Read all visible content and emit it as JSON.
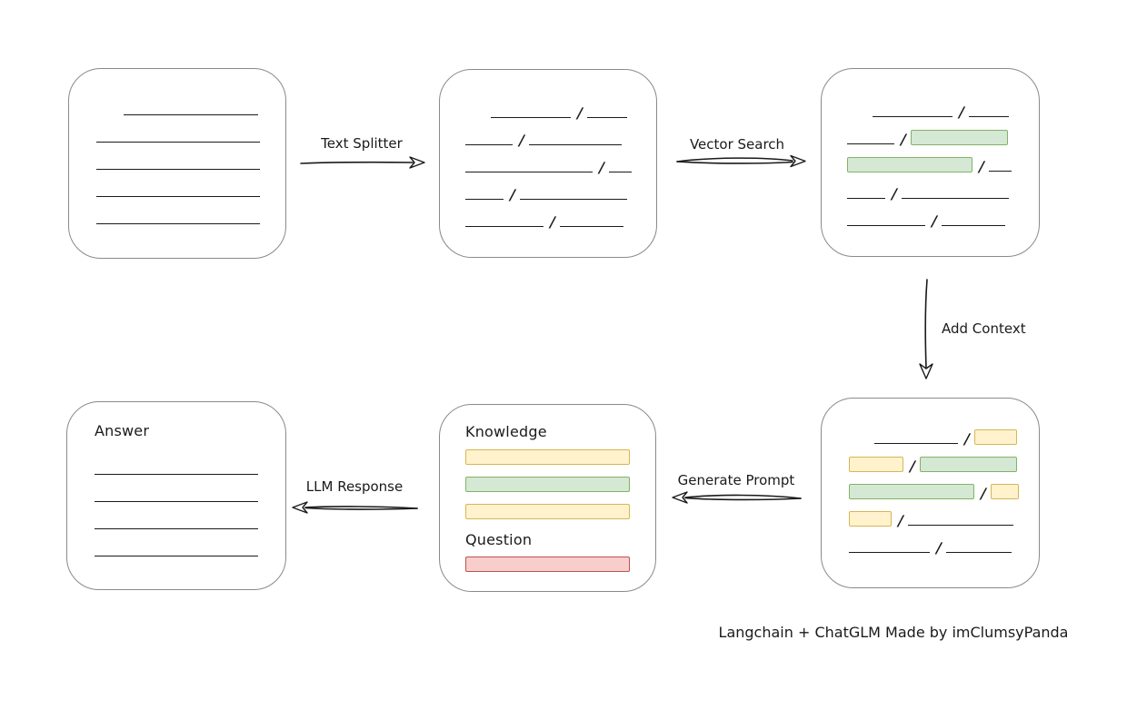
{
  "caption": "Langchain + ChatGLM Made by imClumsyPanda",
  "labels": {
    "text_splitter": "Text Splitter",
    "vector_search": "Vector Search",
    "add_context": "Add Context",
    "generate_prompt": "Generate Prompt",
    "llm_response": "LLM Response"
  },
  "colors": {
    "line": "#1a1a1a",
    "box_border": "#8a8a8a",
    "green_fill": "#d5e8d4",
    "green_border": "#82b366",
    "yellow_fill": "#fff2cc",
    "yellow_border": "#d6b656",
    "red_fill": "#f8cecc",
    "red_border": "#b85450"
  },
  "boxes": {
    "document": {
      "rows": [
        [
          {
            "t": "space",
            "w": 30
          },
          {
            "t": "line",
            "w": 148
          }
        ],
        [
          {
            "t": "line",
            "w": 180
          }
        ],
        [
          {
            "t": "line",
            "w": 180
          }
        ],
        [
          {
            "t": "line",
            "w": 180
          }
        ],
        [
          {
            "t": "line",
            "w": 180
          }
        ]
      ]
    },
    "chunks": {
      "rows": [
        [
          {
            "t": "space",
            "w": 28
          },
          {
            "t": "line",
            "w": 88
          },
          {
            "t": "slash"
          },
          {
            "t": "line",
            "w": 44
          }
        ],
        [
          {
            "t": "line",
            "w": 52
          },
          {
            "t": "slash"
          },
          {
            "t": "line",
            "w": 102
          }
        ],
        [
          {
            "t": "line",
            "w": 140
          },
          {
            "t": "slash"
          },
          {
            "t": "line",
            "w": 25
          }
        ],
        [
          {
            "t": "line",
            "w": 42
          },
          {
            "t": "slash"
          },
          {
            "t": "line",
            "w": 118
          }
        ],
        [
          {
            "t": "line",
            "w": 86
          },
          {
            "t": "slash"
          },
          {
            "t": "line",
            "w": 70
          }
        ]
      ]
    },
    "vector_matches": {
      "rows": [
        [
          {
            "t": "space",
            "w": 28
          },
          {
            "t": "line",
            "w": 88
          },
          {
            "t": "slash"
          },
          {
            "t": "line",
            "w": 44
          }
        ],
        [
          {
            "t": "line",
            "w": 52
          },
          {
            "t": "slash"
          },
          {
            "t": "green",
            "w": 107
          }
        ],
        [
          {
            "t": "green",
            "w": 138
          },
          {
            "t": "slash"
          },
          {
            "t": "line",
            "w": 25
          }
        ],
        [
          {
            "t": "line",
            "w": 42
          },
          {
            "t": "slash"
          },
          {
            "t": "line",
            "w": 118
          }
        ],
        [
          {
            "t": "line",
            "w": 86
          },
          {
            "t": "slash"
          },
          {
            "t": "line",
            "w": 70
          }
        ]
      ]
    },
    "with_context": {
      "rows": [
        [
          {
            "t": "space",
            "w": 28
          },
          {
            "t": "line",
            "w": 92
          },
          {
            "t": "slash"
          },
          {
            "t": "yellow",
            "w": 47
          }
        ],
        [
          {
            "t": "yellow",
            "w": 60
          },
          {
            "t": "slash"
          },
          {
            "t": "green",
            "w": 107
          }
        ],
        [
          {
            "t": "green",
            "w": 138
          },
          {
            "t": "slash"
          },
          {
            "t": "yellow",
            "w": 31
          }
        ],
        [
          {
            "t": "yellow",
            "w": 47
          },
          {
            "t": "slash"
          },
          {
            "t": "line",
            "w": 116
          }
        ],
        [
          {
            "t": "line",
            "w": 89
          },
          {
            "t": "slash"
          },
          {
            "t": "line",
            "w": 72
          }
        ]
      ]
    },
    "prompt": {
      "knowledge_label": "Knowledge",
      "question_label": "Question",
      "knowledge_bars": [
        "yellow",
        "green",
        "yellow"
      ],
      "question_bars": [
        "red"
      ]
    },
    "answer": {
      "title": "Answer",
      "rows": [
        [
          {
            "t": "line",
            "w": 180
          }
        ],
        [
          {
            "t": "line",
            "w": 180
          }
        ],
        [
          {
            "t": "line",
            "w": 180
          }
        ],
        [
          {
            "t": "line",
            "w": 180
          }
        ]
      ]
    }
  }
}
